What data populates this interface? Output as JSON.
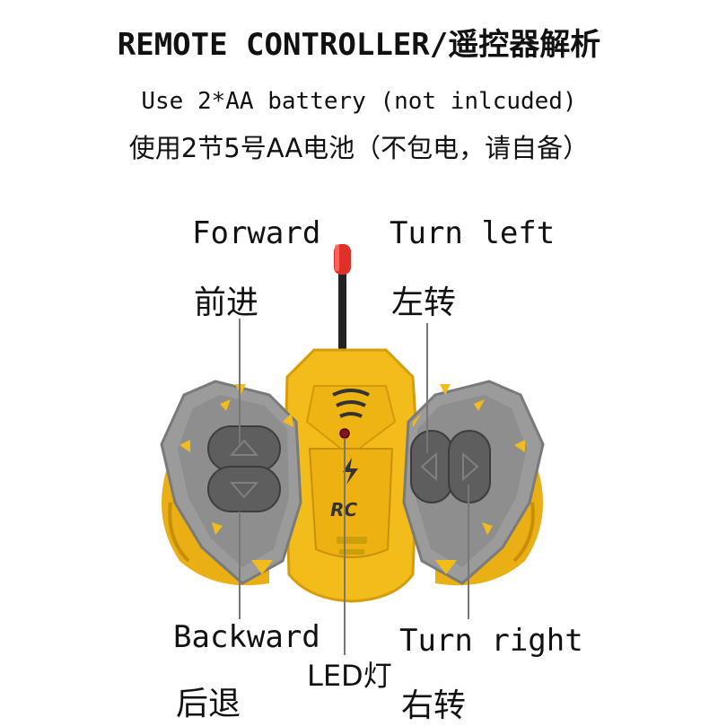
{
  "title": "REMOTE CONTROLLER/遥控器解析",
  "battery": {
    "en": "Use 2*AA battery (not inlcuded)",
    "cn": "使用2节5号AA电池（不包电，请自备）"
  },
  "labels": {
    "forward_en": "Forward",
    "forward_cn": "前进",
    "turn_left_en": "Turn left",
    "turn_left_cn": "左转",
    "backward_en": "Backward",
    "backward_cn": "后退",
    "led": "LED灯",
    "turn_right_en": "Turn right",
    "turn_right_cn": "右转"
  },
  "logo_text": "RC",
  "colors": {
    "body_yellow": "#F2BC1B",
    "panel_gray": "#9B9B9B",
    "button_dark": "#5E5E5E",
    "antenna_tip": "#E0302A"
  }
}
